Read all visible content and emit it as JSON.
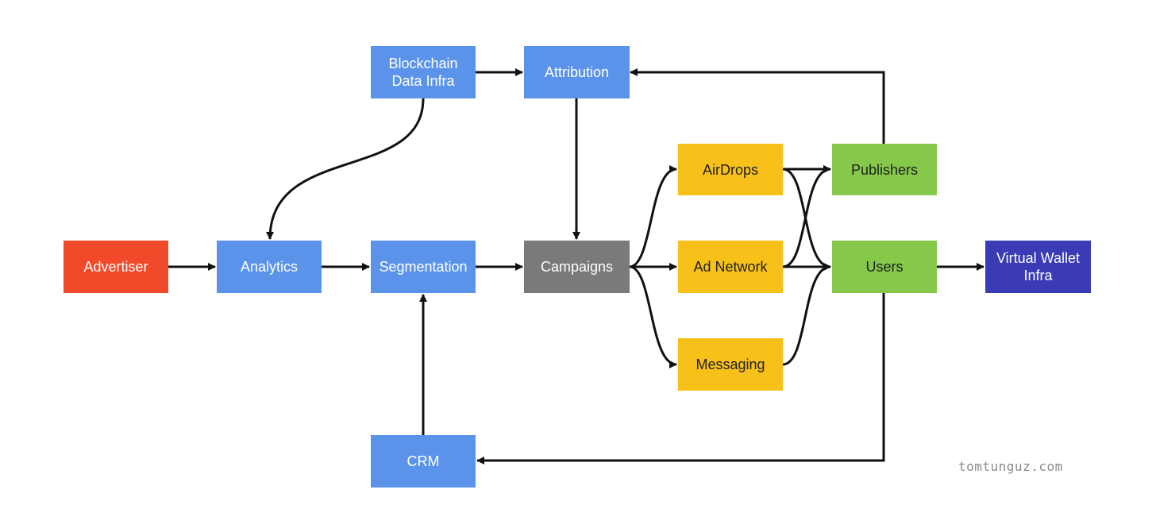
{
  "colors": {
    "red": "#f04a2a",
    "blue": "#5b93eb",
    "gray": "#7a7a7a",
    "yellow": "#f7c11a",
    "green": "#86c84a",
    "navy": "#3a3bb5",
    "edge": "#111111"
  },
  "nodes": {
    "advertiser": "Advertiser",
    "analytics": "Analytics",
    "segmentation": "Segmentation",
    "campaigns": "Campaigns",
    "blockchain": "Blockchain\nData Infra",
    "attribution": "Attribution",
    "crm": "CRM",
    "airdrops": "AirDrops",
    "adnetwork": "Ad Network",
    "messaging": "Messaging",
    "publishers": "Publishers",
    "users": "Users",
    "wallet": "Virtual Wallet\nInfra"
  },
  "edges": [
    {
      "from": "advertiser",
      "to": "analytics"
    },
    {
      "from": "analytics",
      "to": "segmentation"
    },
    {
      "from": "segmentation",
      "to": "campaigns"
    },
    {
      "from": "blockchain",
      "to": "attribution"
    },
    {
      "from": "blockchain",
      "to": "analytics"
    },
    {
      "from": "attribution",
      "to": "campaigns"
    },
    {
      "from": "crm",
      "to": "segmentation"
    },
    {
      "from": "campaigns",
      "to": "airdrops"
    },
    {
      "from": "campaigns",
      "to": "adnetwork"
    },
    {
      "from": "campaigns",
      "to": "messaging"
    },
    {
      "from": "airdrops",
      "to": "publishers"
    },
    {
      "from": "airdrops",
      "to": "users"
    },
    {
      "from": "adnetwork",
      "to": "publishers"
    },
    {
      "from": "adnetwork",
      "to": "users"
    },
    {
      "from": "messaging",
      "to": "users"
    },
    {
      "from": "publishers",
      "to": "attribution"
    },
    {
      "from": "users",
      "to": "wallet"
    },
    {
      "from": "users",
      "to": "crm"
    }
  ],
  "watermark": "tomtunguz.com"
}
